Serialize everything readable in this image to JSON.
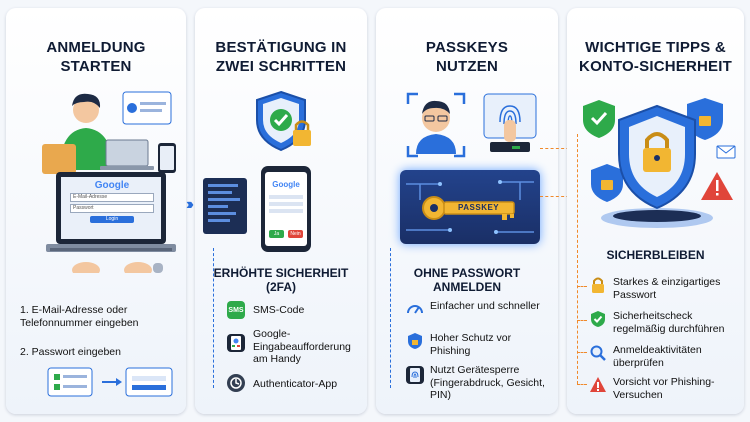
{
  "panel1": {
    "title": [
      "ANMELDUNG",
      "STARTEN"
    ],
    "login_brand": "Google",
    "field_email_placeholder": "E-Mail-Adresse",
    "field_password_placeholder": "Passwort",
    "login_button": "Login",
    "step1": "1. E-Mail-Adresse oder Telefonnummer eingeben",
    "step2": "2. Passwort eingeben"
  },
  "panel2": {
    "title": [
      "BESTÄTIGUNG IN",
      "ZWEI SCHRITTEN"
    ],
    "phone_brand": "Google",
    "phone_btn_yes": "Ja",
    "phone_btn_no": "Nein",
    "subtitle": [
      "ERHÖHTE SICHERHEIT",
      "(2FA)"
    ],
    "items": [
      {
        "icon_text": "SMS",
        "label": "SMS-Code"
      },
      {
        "icon_text": "",
        "label": "Google-Eingabeaufforderung am Handy"
      },
      {
        "icon_text": "",
        "label": "Authenticator-App"
      }
    ]
  },
  "panel3": {
    "title": [
      "PASSKEYS",
      "NUTZEN"
    ],
    "key_label": "PASSKEY",
    "subtitle": [
      "OHNE PASSWORT",
      "ANMELDEN"
    ],
    "items": [
      {
        "label": "Einfacher und schneller"
      },
      {
        "label": "Hoher Schutz vor Phishing"
      },
      {
        "label": "Nutzt Gerätesperre (Fingerabdruck, Gesicht, PIN)"
      }
    ]
  },
  "panel4": {
    "title": [
      "WICHTIGE TIPPS &",
      "KONTO-SICHERHEIT"
    ],
    "subtitle": "SICHERBLEIBEN",
    "items": [
      {
        "label": "Starkes & einzigartiges Passwort"
      },
      {
        "label": "Sicherheitscheck regelmäßig durchführen"
      },
      {
        "label": "Anmeldeaktivitäten überprüfen"
      },
      {
        "label": "Vorsicht vor Phishing-Versuchen"
      }
    ]
  },
  "colors": {
    "accent_blue": "#2a6fdb",
    "orange": "#f0892a",
    "green": "#2eaa4a",
    "red": "#e0453a",
    "gold": "#f2b632"
  }
}
